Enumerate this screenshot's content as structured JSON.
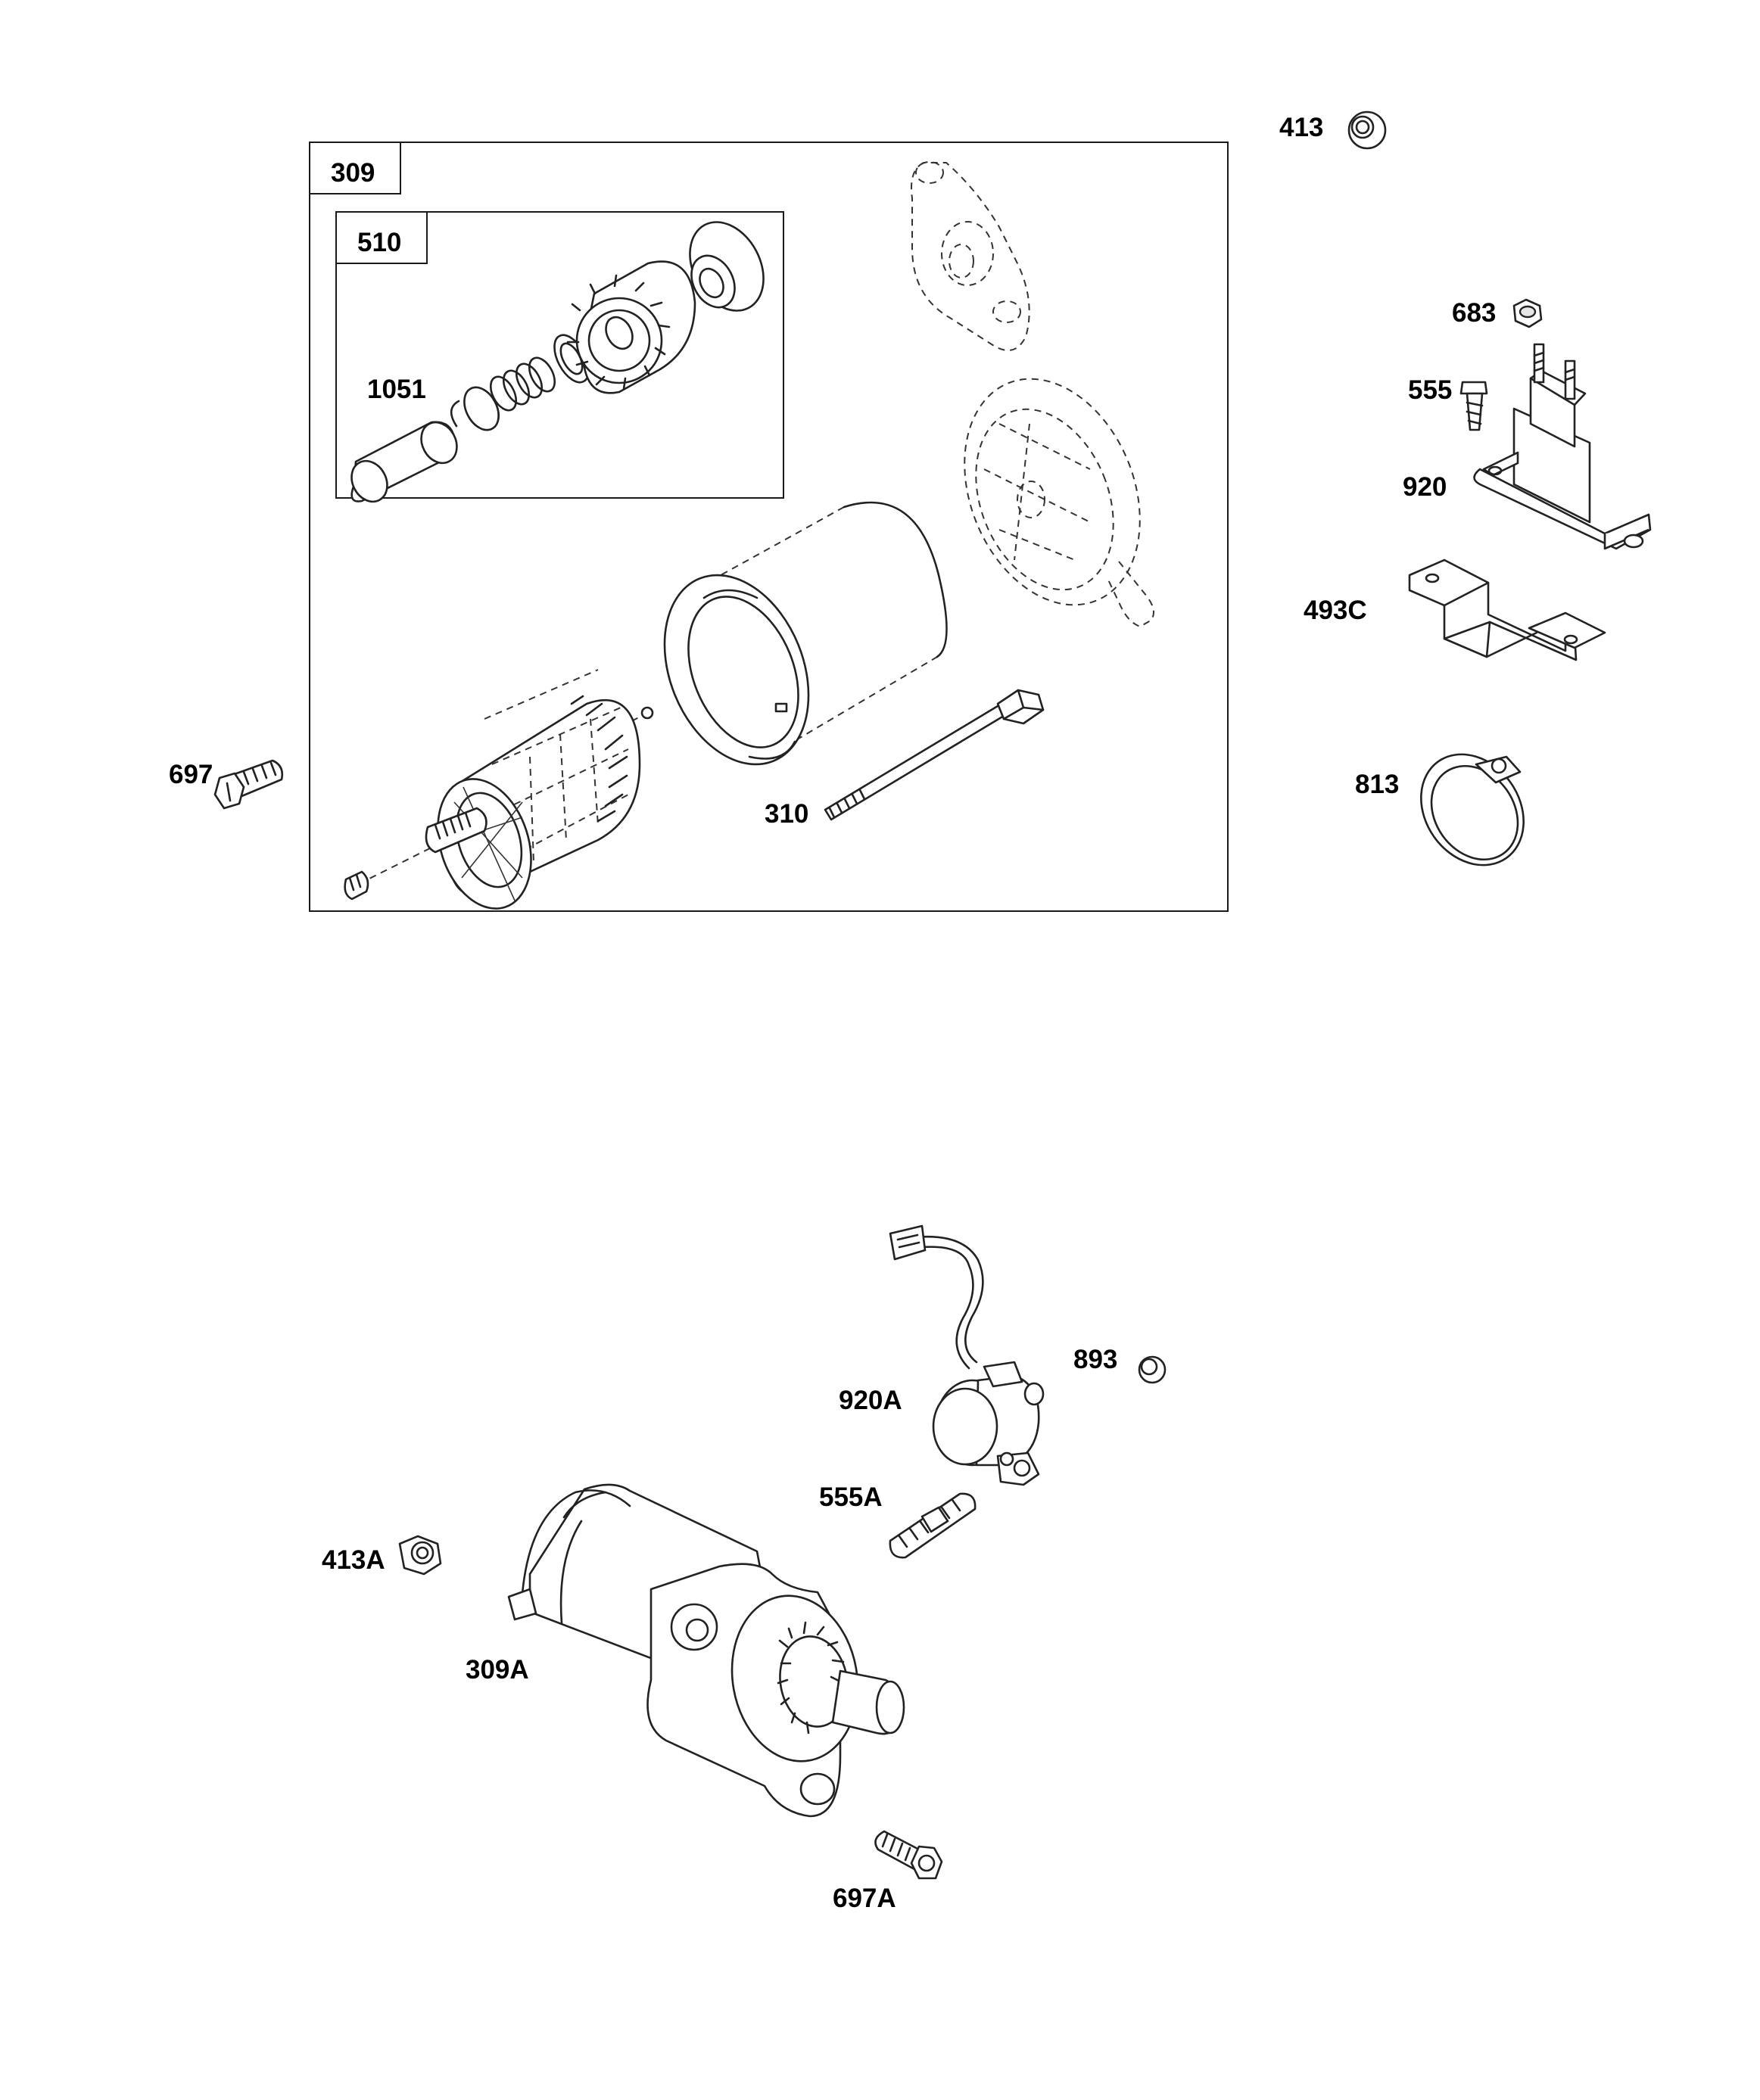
{
  "callouts": {
    "p309": "309",
    "p510": "510",
    "p1051": "1051",
    "p310": "310",
    "p697": "697",
    "p413": "413",
    "p683": "683",
    "p555": "555",
    "p920": "920",
    "p493c": "493C",
    "p813": "813",
    "p920a": "920A",
    "p893": "893",
    "p555a": "555A",
    "p413a": "413A",
    "p309a": "309A",
    "p697a": "697A"
  }
}
